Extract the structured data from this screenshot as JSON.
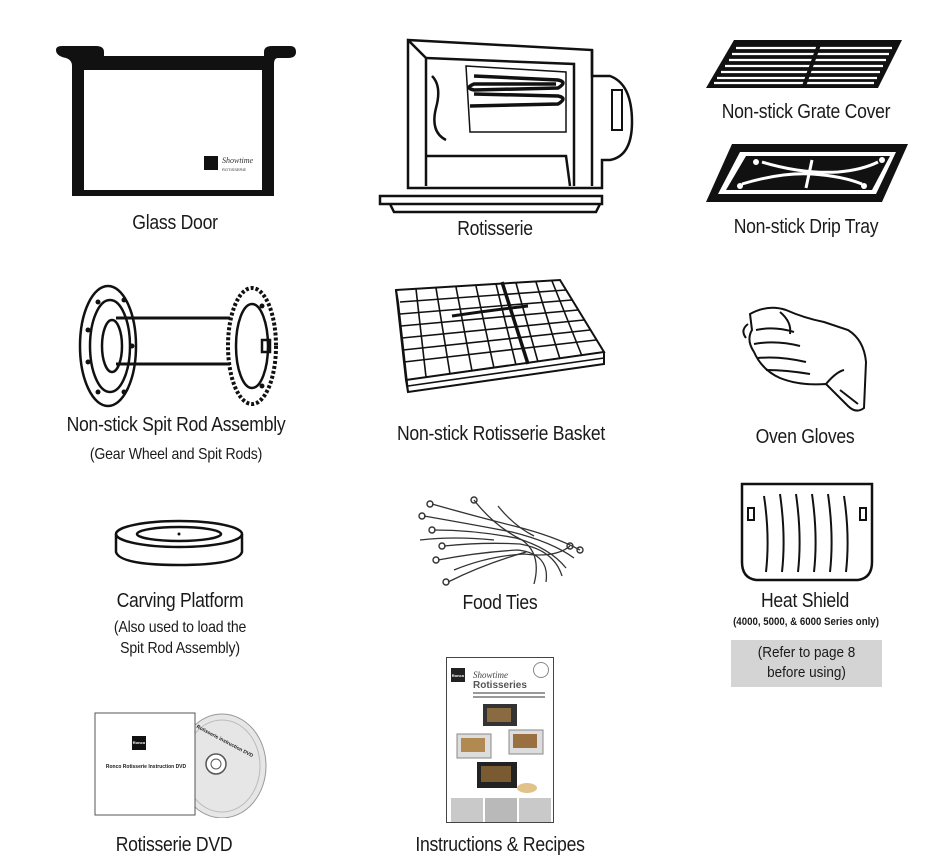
{
  "items": {
    "glass_door": {
      "label": "Glass Door"
    },
    "rotisserie": {
      "label": "Rotisserie"
    },
    "grate_cover": {
      "label": "Non-stick Grate Cover"
    },
    "drip_tray": {
      "label": "Non-stick Drip Tray"
    },
    "spit_rod": {
      "label": "Non-stick Spit Rod Assembly",
      "sub": "(Gear Wheel and Spit Rods)"
    },
    "basket": {
      "label": "Non-stick Rotisserie Basket"
    },
    "gloves": {
      "label": "Oven Gloves"
    },
    "carving_platform": {
      "label": "Carving Platform",
      "sub1": "(Also used to load the",
      "sub2": "Spit Rod Assembly)"
    },
    "food_ties": {
      "label": "Food Ties"
    },
    "heat_shield": {
      "label": "Heat Shield",
      "series": "(4000, 5000, & 6000 Series only)",
      "note1": "(Refer to page 8",
      "note2": "before using)"
    },
    "dvd": {
      "label": "Rotisserie DVD",
      "sleeve_text": "Ronco Rotisserie Instruction DVD",
      "disc_text": "Rotisserie instruction DVD",
      "brand": "Ronco"
    },
    "instructions": {
      "label": "Instructions & Recipes",
      "cover_title": "Rotisseries",
      "brand": "Ronco"
    }
  }
}
